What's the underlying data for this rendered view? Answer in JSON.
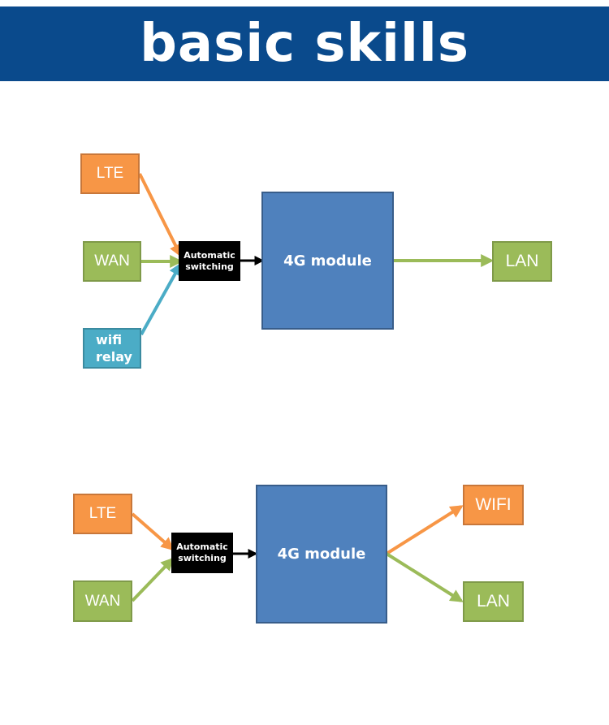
{
  "header": {
    "title": "basic skills",
    "background": "#0a4a8c"
  },
  "colors": {
    "orange": "#f79646",
    "green": "#9bbb59",
    "blue": "#4bacc6",
    "module": "#4f81bd",
    "switch": "#000000"
  },
  "diagram1": {
    "lte": "LTE",
    "wan": "WAN",
    "wifi_relay": "wifi\nrelay",
    "switch": "Automatic\nswitching",
    "module": "4G module",
    "lan": "LAN"
  },
  "diagram2": {
    "lte": "LTE",
    "wan": "WAN",
    "switch": "Automatic\nswitching",
    "module": "4G module",
    "wifi": "WIFI",
    "lan": "LAN"
  }
}
